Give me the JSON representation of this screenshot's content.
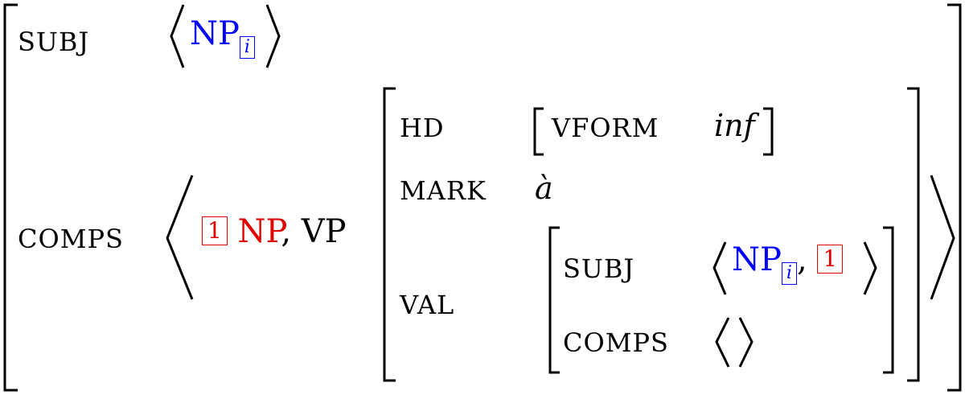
{
  "avm": {
    "subj_label": "SUBJ",
    "subj_np": "NP",
    "subj_index": "i",
    "comps_label": "COMPS",
    "comps_tag": "1",
    "comps_np": "NP",
    "comps_sep": ",",
    "comps_vp": "VP",
    "hd_label": "HD",
    "vform_label": "VFORM",
    "vform_value": "inf",
    "mark_label": "MARK",
    "mark_value": "à",
    "val_label": "VAL",
    "val_subj_label": "SUBJ",
    "val_subj_np": "NP",
    "val_subj_index": "i",
    "val_subj_sep": ",",
    "val_subj_tag": "1",
    "val_comps_label": "COMPS"
  },
  "colors": {
    "index": "#0000ff",
    "tag": "#e00000",
    "text": "#000000"
  }
}
